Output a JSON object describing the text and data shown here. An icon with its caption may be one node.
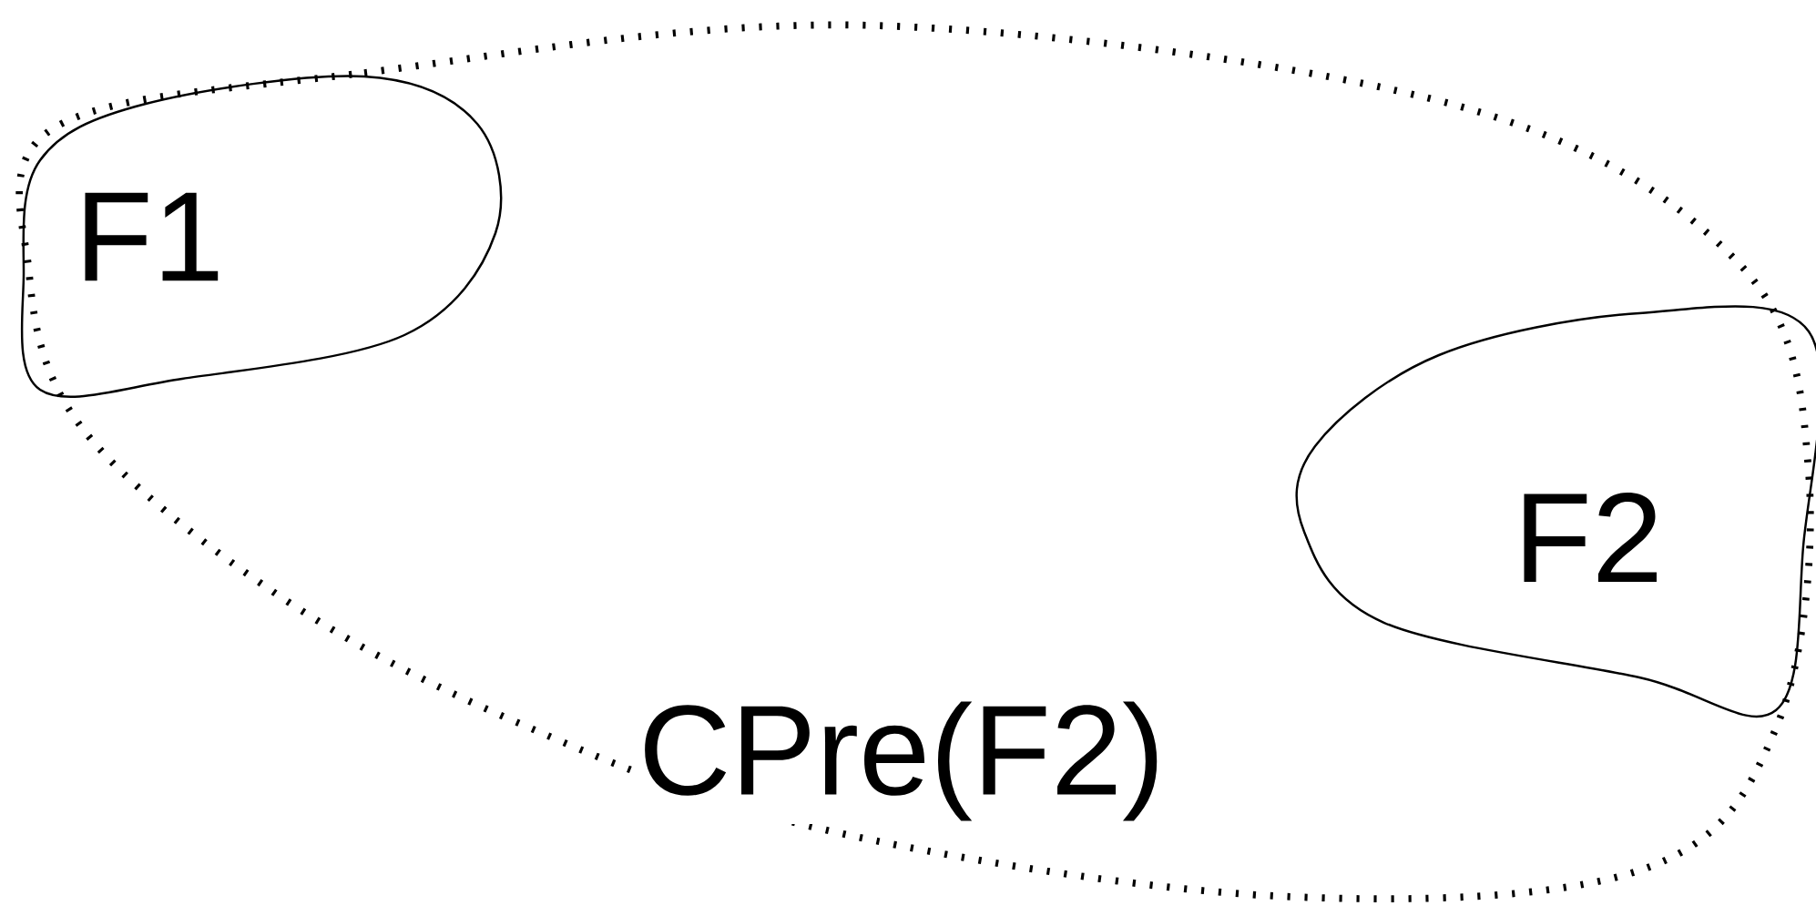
{
  "diagram": {
    "nodes": [
      {
        "text": [
          "CPre(F2)"
        ]
      },
      {
        "text": [
          "F1"
        ],
        "in": 0
      },
      {
        "text": [
          "F2"
        ],
        "in": 0
      }
    ]
  }
}
